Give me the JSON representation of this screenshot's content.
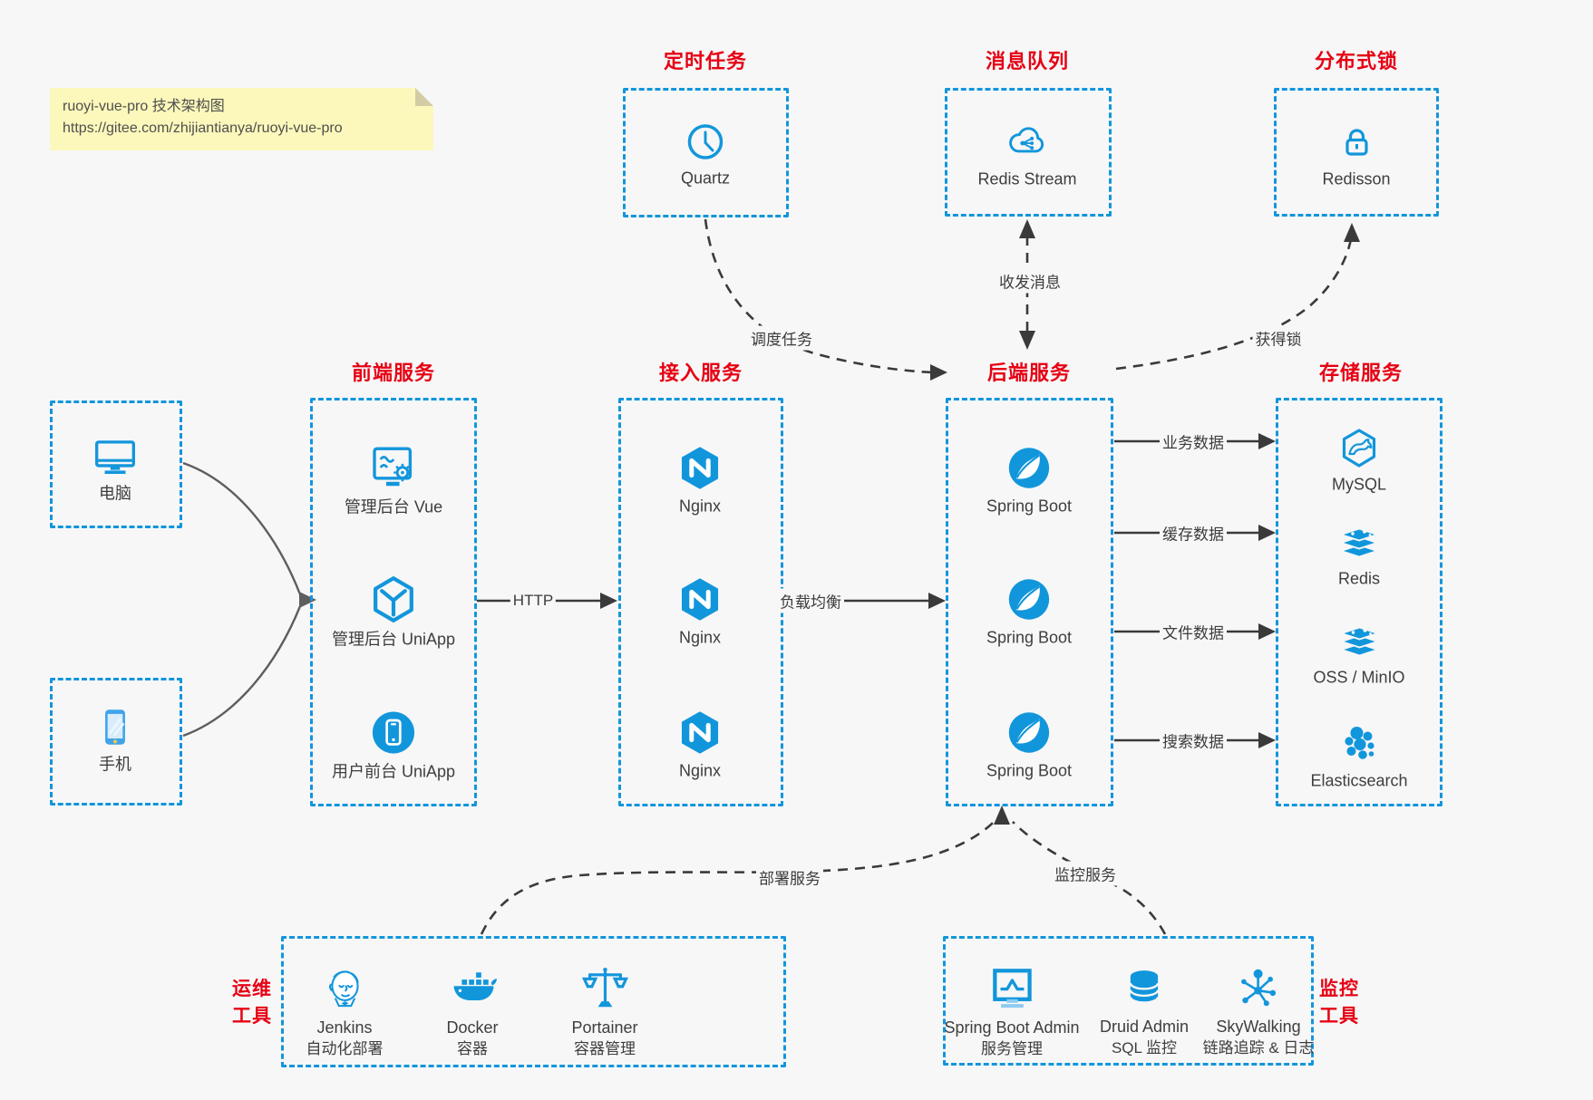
{
  "colors": {
    "canvas_bg": "#f7f7f8",
    "accent_blue": "#1296db",
    "title_red": "#e60113",
    "arrow_dark": "#3a3a3a",
    "client_arrow_gray": "#5e5e5e",
    "note_bg": "#fcf8bb"
  },
  "note": {
    "line1": "ruoyi-vue-pro 技术架构图",
    "line2": "https://gitee.com/zhijiantianya/ruoyi-vue-pro"
  },
  "top_groups": {
    "scheduler": {
      "title": "定时任务",
      "item": {
        "label": "Quartz",
        "icon": "clock-icon"
      }
    },
    "mq": {
      "title": "消息队列",
      "item": {
        "label": "Redis Stream",
        "icon": "cloud-stream-icon"
      }
    },
    "lock": {
      "title": "分布式锁",
      "item": {
        "label": "Redisson",
        "icon": "lock-icon"
      }
    }
  },
  "clients": {
    "pc": {
      "label": "电脑",
      "icon": "desktop-icon"
    },
    "mobile": {
      "label": "手机",
      "icon": "smartphone-icon"
    }
  },
  "columns": {
    "frontend": {
      "title": "前端服务",
      "items": [
        {
          "label": "管理后台 Vue",
          "icon": "admin-vue-icon"
        },
        {
          "label": "管理后台 UniApp",
          "icon": "uniapp-cube-icon"
        },
        {
          "label": "用户前台 UniApp",
          "icon": "phone-circle-icon"
        }
      ]
    },
    "gateway": {
      "title": "接入服务",
      "items": [
        {
          "label": "Nginx",
          "icon": "nginx-icon"
        },
        {
          "label": "Nginx",
          "icon": "nginx-icon"
        },
        {
          "label": "Nginx",
          "icon": "nginx-icon"
        }
      ]
    },
    "backend": {
      "title": "后端服务",
      "items": [
        {
          "label": "Spring Boot",
          "icon": "spring-icon"
        },
        {
          "label": "Spring Boot",
          "icon": "spring-icon"
        },
        {
          "label": "Spring Boot",
          "icon": "spring-icon"
        }
      ]
    },
    "storage": {
      "title": "存储服务",
      "items": [
        {
          "label": "MySQL",
          "icon": "mysql-icon"
        },
        {
          "label": "Redis",
          "icon": "redis-stack-icon"
        },
        {
          "label": "OSS / MinIO",
          "icon": "oss-stack-icon"
        },
        {
          "label": "Elasticsearch",
          "icon": "elasticsearch-icon"
        }
      ]
    }
  },
  "bottom_groups": {
    "ops": {
      "title_line1": "运维",
      "title_line2": "工具",
      "items": [
        {
          "name": "Jenkins",
          "desc": "自动化部署",
          "icon": "jenkins-icon"
        },
        {
          "name": "Docker",
          "desc": "容器",
          "icon": "docker-whale-icon"
        },
        {
          "name": "Portainer",
          "desc": "容器管理",
          "icon": "scales-icon"
        }
      ]
    },
    "monitor": {
      "title_line1": "监控",
      "title_line2": "工具",
      "items": [
        {
          "name": "Spring Boot Admin",
          "desc": "服务管理",
          "icon": "monitor-pulse-icon"
        },
        {
          "name": "Druid Admin",
          "desc": "SQL 监控",
          "icon": "database-icon"
        },
        {
          "name": "SkyWalking",
          "desc": "链路追踪 & 日志",
          "icon": "network-nodes-icon"
        }
      ]
    }
  },
  "edges": {
    "http": "HTTP",
    "load_balance": "负载均衡",
    "business_data": "业务数据",
    "cache_data": "缓存数据",
    "file_data": "文件数据",
    "search_data": "搜索数据",
    "schedule_task": "调度任务",
    "send_receive_msg": "收发消息",
    "acquire_lock": "获得锁",
    "deploy_service": "部署服务",
    "monitor_service": "监控服务"
  }
}
